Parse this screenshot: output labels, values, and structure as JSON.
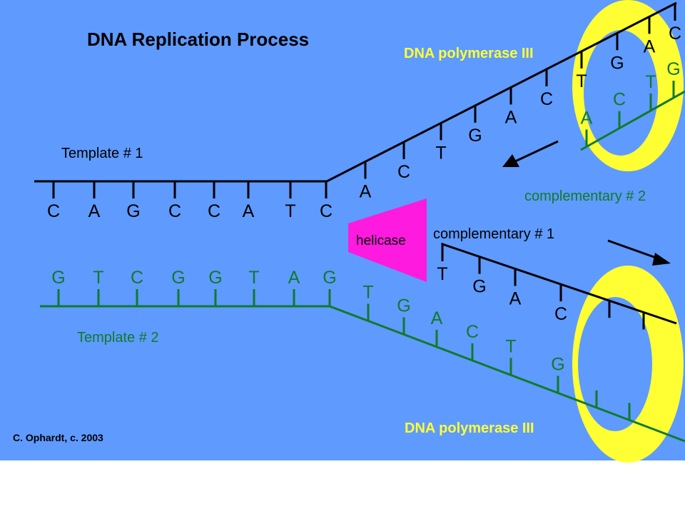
{
  "title": "DNA Replication Process",
  "labels": {
    "template1": "Template # 1",
    "template2": "Template # 2",
    "complementary1": "complementary # 1",
    "complementary2": "complementary # 2",
    "polymerase_top": "DNA polymerase III",
    "polymerase_bottom": "DNA polymerase III",
    "helicase": "helicase",
    "credit": "C. Ophardt, c. 2003"
  },
  "strands": {
    "template1_bases": [
      "C",
      "A",
      "G",
      "C",
      "C",
      "A",
      "T",
      "C",
      "A",
      "C",
      "T",
      "G",
      "A",
      "C",
      "T",
      "G",
      "A",
      "C"
    ],
    "template2_bases": [
      "G",
      "T",
      "C",
      "G",
      "G",
      "T",
      "A",
      "G",
      "T",
      "G",
      "A",
      "C",
      "T",
      "G"
    ],
    "complementary1_bases": [
      "T",
      "G",
      "A",
      "C"
    ],
    "complementary2_bases": [
      "A",
      "C",
      "T",
      "G"
    ]
  },
  "colors": {
    "background": "#5f9aff",
    "template1": "#000000",
    "template2": "#117a2a",
    "helicase": "#ff1ae0",
    "polymerase": "#ffff33",
    "complementary2_text": "#117a2a",
    "complementary1_text": "#000000"
  }
}
